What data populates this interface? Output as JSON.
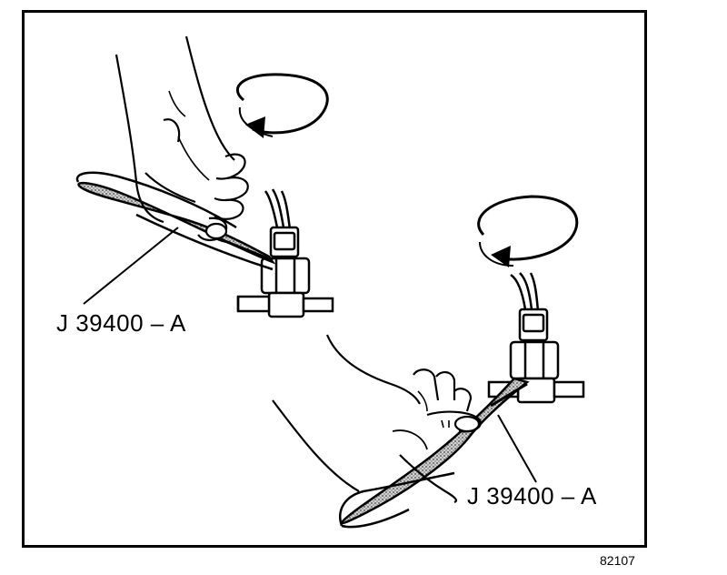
{
  "labels": {
    "tool_upper": "J 39400 – A",
    "tool_lower": "J 39400 – A"
  },
  "figure_id": "82107",
  "colors": {
    "ink": "#000000",
    "paper": "#ffffff",
    "strap_fill": "#9a9a9a"
  },
  "icons": {
    "rotation_upper": "rotation-arrow-icon",
    "rotation_lower": "rotation-arrow-icon"
  }
}
